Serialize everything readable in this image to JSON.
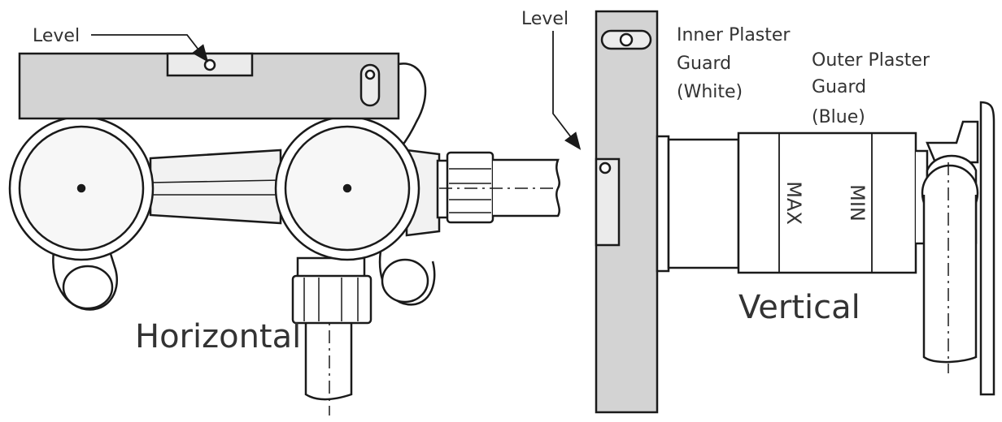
{
  "labels": {
    "level_left": "Level",
    "level_right": "Level",
    "inner_guard_line1": "Inner Plaster",
    "inner_guard_line2": "Guard",
    "inner_guard_line3": "(White)",
    "outer_guard_line1": "Outer Plaster",
    "outer_guard_line2": "Guard",
    "outer_guard_line3": "(Blue)",
    "max_mark": "MAX",
    "min_mark": "MIN",
    "horizontal": "Horizontal",
    "vertical": "Vertical"
  },
  "colors": {
    "line": "#1a1a1a",
    "level_fill": "#d3d3d3",
    "body_fill": "#f2f2f2",
    "text": "#333333"
  }
}
